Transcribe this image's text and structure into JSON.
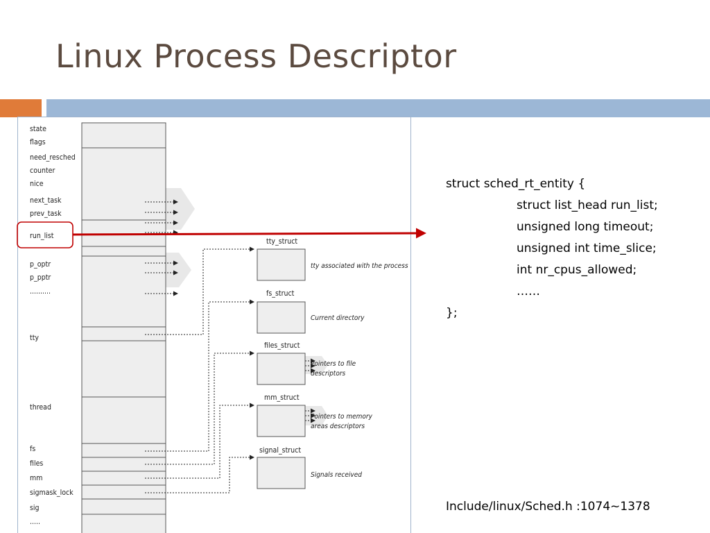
{
  "slide": {
    "title": "Linux Process Descriptor"
  },
  "colors": {
    "title_text": "#5b4a3f",
    "accent_orange": "#e07b39",
    "accent_blue": "#9cb7d6",
    "highlight_red": "#c00000",
    "figure_box_fill": "#eeeeee",
    "figure_chevron_fill": "#e8e8e8"
  },
  "diagram": {
    "task_fields": {
      "state": "state",
      "flags": "flags",
      "need_resched": "need_resched",
      "counter": "counter",
      "nice": "nice",
      "next_task": "next_task",
      "prev_task": "prev_task",
      "run_list": "run_list",
      "p_optr": "p_optr",
      "p_pptr": "p_pptr",
      "ellipsis_1": "..........",
      "tty": "tty",
      "thread": "thread",
      "fs": "fs",
      "files": "files",
      "mm": "mm",
      "sigmask_lock": "sigmask_lock",
      "sig": "sig",
      "ellipsis_2": "....."
    },
    "structs": {
      "tty": {
        "name": "tty_struct",
        "caption_1": "tty associated with the process",
        "caption_2": ""
      },
      "fs": {
        "name": "fs_struct",
        "caption_1": "Current directory",
        "caption_2": ""
      },
      "files": {
        "name": "files_struct",
        "caption_1": "Pointers to file",
        "caption_2": "descriptors"
      },
      "mm": {
        "name": "mm_struct",
        "caption_1": "Pointers to memory",
        "caption_2": "areas descriptors"
      },
      "signal": {
        "name": "signal_struct",
        "caption_1": "Signals received",
        "caption_2": ""
      }
    }
  },
  "code": {
    "lines": [
      "struct sched_rt_entity {",
      "struct list_head run_list;",
      "unsigned long timeout;",
      "unsigned int time_slice;",
      "int nr_cpus_allowed;",
      "……",
      "};"
    ],
    "source_ref": "Include/linux/Sched.h :1074~1378"
  }
}
